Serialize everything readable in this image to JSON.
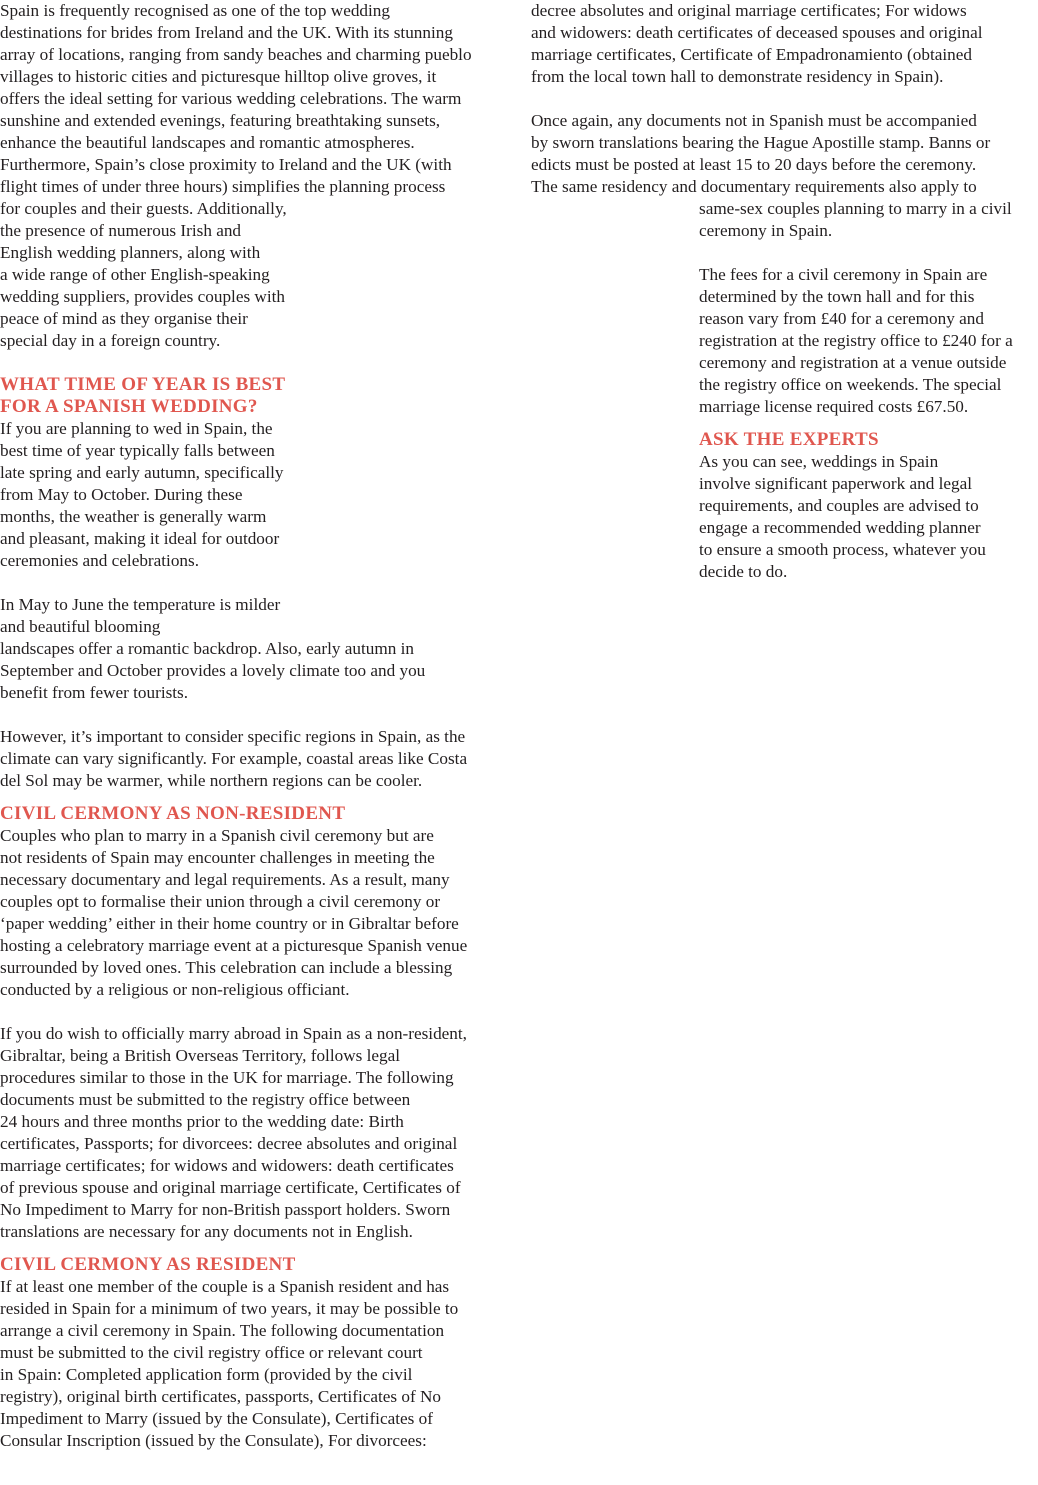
{
  "left_column": {
    "intro": [
      "Spain is frequently recognised as one of the top wedding",
      "destinations for brides from Ireland and the UK. With its stunning",
      "array of locations, ranging from sandy beaches and charming pueblo",
      "villages to historic cities and picturesque hilltop olive groves, it",
      "offers the ideal setting for various wedding celebrations. The warm",
      "sunshine and extended evenings, featuring breathtaking sunsets,",
      "enhance the beautiful landscapes and romantic atmospheres.",
      "Furthermore, Spain’s close proximity to Ireland and the UK (with",
      "flight times of under three hours) simplifies the planning process",
      "for couples and their guests. Additionally,",
      "the presence of numerous Irish and",
      "English wedding planners, along with",
      "a wide range of other English-speaking",
      "wedding suppliers, provides couples with",
      "peace of mind as they organise their",
      "special day in a foreign country."
    ],
    "section_time": {
      "heading": [
        "WHAT TIME OF YEAR IS BEST",
        "FOR A SPANISH WEDDING?"
      ],
      "para1": [
        "If you are planning to wed in Spain, the",
        "best time of year typically falls between",
        "late spring and early autumn, specifically",
        "from May to October. During these",
        "months, the weather is generally warm",
        "and pleasant, making it ideal for outdoor",
        "ceremonies and celebrations."
      ],
      "para2": [
        "In May to June the temperature is milder",
        "and beautiful blooming",
        "landscapes offer a romantic backdrop. Also, early autumn in",
        "September and October provides a lovely climate too and you",
        "benefit from fewer tourists."
      ],
      "para3": [
        "However, it’s important to consider specific regions in Spain, as the",
        "climate can vary significantly. For example, coastal areas like Costa",
        "del Sol may be warmer, while northern regions can be cooler."
      ]
    },
    "section_nonresident": {
      "heading": "CIVIL CERMONY AS NON-RESIDENT",
      "para1": [
        "Couples who plan to marry in a Spanish civil ceremony but are",
        "not residents of Spain may encounter challenges in meeting the",
        "necessary documentary and legal requirements. As a result, many",
        "couples opt to formalise their union through a civil ceremony or",
        "‘paper wedding’ either in their home country or in Gibraltar before",
        "hosting a celebratory marriage event at a picturesque Spanish venue",
        "surrounded by loved ones. This celebration can include a blessing",
        "conducted by a religious or non-religious officiant."
      ],
      "para2": [
        "If you do wish to officially marry abroad in Spain as a non-resident,",
        "Gibraltar, being a British Overseas Territory, follows legal",
        "procedures similar to those in the UK for marriage. The following",
        "documents must be submitted to the registry office between",
        "24 hours and three months prior to the wedding date: Birth",
        "certificates, Passports; for divorcees: decree absolutes and original",
        "marriage certificates; for widows and widowers: death certificates",
        "of previous spouse and original marriage certificate, Certificates of",
        "No Impediment to Marry for non-British passport holders. Sworn",
        "translations are necessary for any documents not in English."
      ]
    },
    "section_resident": {
      "heading": "CIVIL CERMONY AS RESIDENT",
      "para1": [
        "If at least one member of the couple is a Spanish resident and has",
        "resided in Spain for a minimum of two years, it may be possible to",
        "arrange a civil ceremony in Spain. The following documentation",
        "must be submitted to the civil registry office or relevant court",
        "in Spain: Completed application form (provided by the civil",
        "registry), original birth certificates, passports, Certificates of No",
        "Impediment to Marry (issued by the Consulate), Certificates of",
        "Consular Inscription (issued by the Consulate), For divorcees:"
      ]
    }
  },
  "right_column": {
    "para_cont": [
      "decree absolutes and original marriage certificates; For widows",
      "and widowers: death certificates of deceased spouses and original",
      "marriage certificates, Certificate of Empadronamiento (obtained",
      "from the local town hall to demonstrate residency in Spain)."
    ],
    "para_again": [
      "Once again, any documents not in Spanish must be accompanied",
      "by sworn translations bearing the Hague Apostille stamp. Banns or",
      "edicts must be posted at least 15 to 20 days before the ceremony.",
      "The same residency and documentary requirements also apply to"
    ],
    "para_again_indented": [
      "same-sex couples planning to marry in a civil",
      "ceremony in Spain."
    ],
    "para_fees": [
      "The fees for a civil ceremony in Spain are",
      "determined by the town hall and for this",
      "reason vary from £40 for a ceremony and",
      "registration at the registry office to £240 for a",
      "ceremony and registration at a venue outside",
      "the registry office on weekends. The special",
      "marriage license required costs £67.50."
    ],
    "section_experts": {
      "heading": "ASK THE EXPERTS",
      "para1": [
        "As you can see, weddings in Spain",
        "involve significant paperwork and legal",
        "requirements, and couples are advised to",
        "engage a recommended wedding planner",
        "to ensure a smooth process, whatever you",
        "decide to do."
      ]
    }
  }
}
